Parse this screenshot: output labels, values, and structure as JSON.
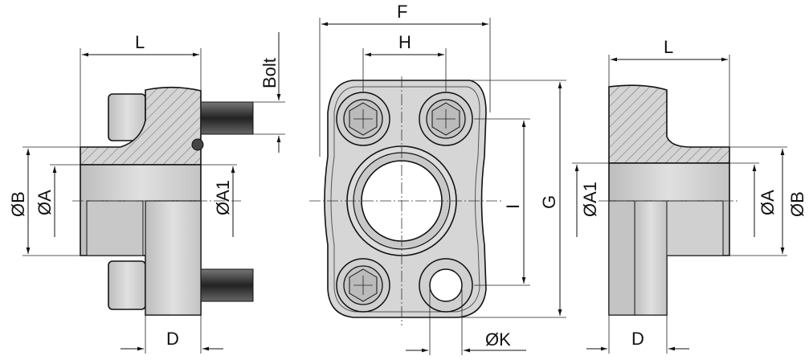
{
  "labels": {
    "L_left": "L",
    "bolt": "Bolt",
    "B_left": "ØB",
    "A_left": "ØA",
    "A1_left": "ØA1",
    "D_left": "D",
    "F": "F",
    "H": "H",
    "I": "I",
    "G": "G",
    "K": "ØK",
    "L_right": "L",
    "A1_right": "ØA1",
    "A_right": "ØA",
    "B_right": "ØB",
    "D_right": "D"
  },
  "colors": {
    "metal": "#cfcfcf",
    "metal_light": "#e6e6e6",
    "line": "#111111"
  }
}
